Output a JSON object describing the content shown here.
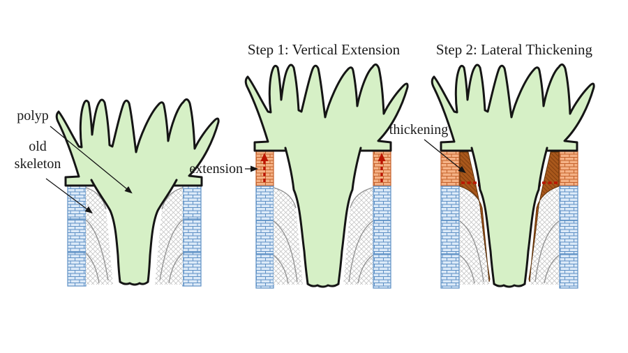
{
  "diagram": {
    "panel_left": {
      "label_polyp": "polyp",
      "label_old_skeleton_line1": "old",
      "label_old_skeleton_line2": "skeleton"
    },
    "panel_step1": {
      "title": "Step 1: Vertical Extension",
      "label_extension": "extension"
    },
    "panel_step2": {
      "title": "Step 2: Lateral Thickening",
      "label_thickening": "thickening"
    },
    "colors": {
      "polyp_green": "#d6f0c6",
      "outline_black": "#151515",
      "blue_brick_bg": "#dceaf8",
      "blue_brick_line": "#5d8fc4",
      "orange_brick_bg": "#f5b286",
      "orange_brick_line": "#c4612b",
      "thickening_brown": "#a9581c",
      "thickening_hatch_line": "#84400f",
      "arrow_red": "#bb1500",
      "growth_line_gray": "#8f8f8f",
      "skeleton_hatch_gray": "#bcbcbc",
      "label_text": "#1a1a1a"
    }
  }
}
